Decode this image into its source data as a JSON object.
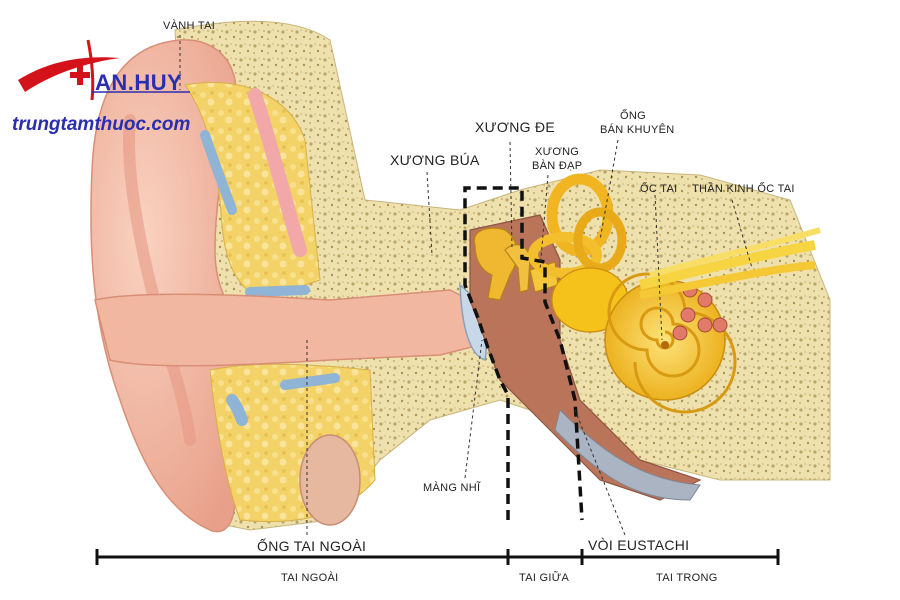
{
  "colors": {
    "accent": "#2a2eb0",
    "brand_red": "#d4121a",
    "skin": "#f0b8a0",
    "bone": "#efe3b2",
    "cartilage": "#f2cc55",
    "inner_ear": "#f5c21c",
    "nerve": "#f7d442"
  },
  "logo": {
    "brand": "AN.HUY",
    "site": "trungtamthuoc.com",
    "icon": "cross-swoosh-logo"
  },
  "labels": {
    "vanh_tai": "VÀNH TAI",
    "xuong_bua": "XƯƠNG BÚA",
    "xuong_de": "XƯƠNG ĐE",
    "xuong_ban_dap_1": "XƯƠNG",
    "xuong_ban_dap_2": "BÀN ĐẠP",
    "ong_ban_khuyen_1": "ỐNG",
    "ong_ban_khuyen_2": "BÁN KHUYÊN",
    "oc_tai": "ỐC TAI",
    "than_kinh_oc_tai": "THẦN KINH ỐC TAI",
    "mang_nhi": "MÀNG NHĨ",
    "ong_tai_ngoai": "ỐNG TAI NGOÀI",
    "voi_eustachi": "VÒI EUSTACHI"
  },
  "sections": {
    "tai_ngoai": "TAI NGOÀI",
    "tai_giua": "TAI GIỮA",
    "tai_trong": "TAI TRONG"
  }
}
